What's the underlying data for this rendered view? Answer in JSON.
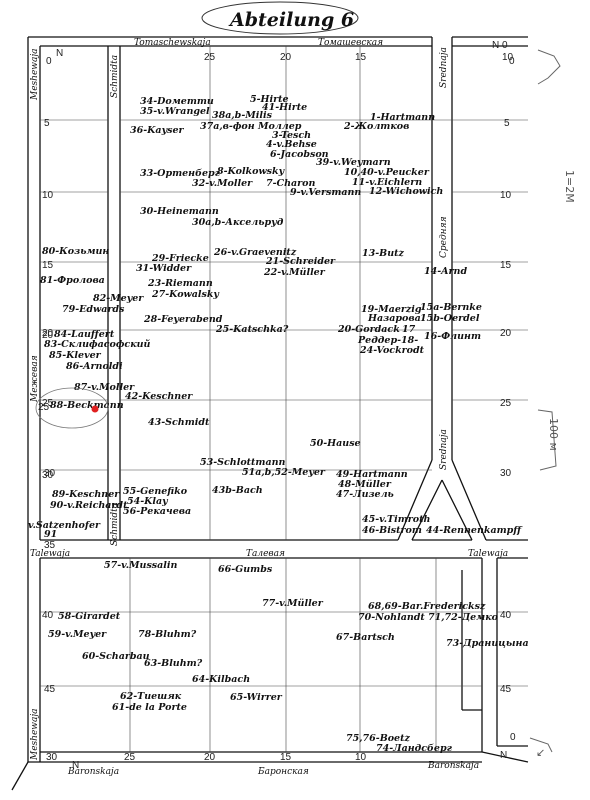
{
  "title": "Abteilung  6",
  "streets": {
    "north_latin": "Tomaschewskaja",
    "north_cyr": "Томашевская",
    "middle_latin_left": "Talewaja",
    "middle_cyr": "Талевая",
    "middle_latin_right": "Talewaja",
    "south_latin_left": "Baronskaja",
    "south_cyr": "Баронская",
    "south_latin_right": "Baronskaja",
    "west_latin_top": "Meshewaja",
    "west_cyr": "Межевая",
    "west_latin_bottom": "Meshewaja",
    "schmidta_top": "Schmidta",
    "schmidta_bottom": "Schmidta",
    "sredn_top": "Srednaja",
    "sredn_cyr": "Средняя",
    "sredn_bottom": "Srednaja"
  },
  "grid_labels": {
    "top": [
      "25",
      "20",
      "15",
      "10"
    ],
    "bottom": [
      "30",
      "25",
      "20",
      "15",
      "10"
    ],
    "left": [
      "5",
      "10",
      "15",
      "20",
      "25",
      "30",
      "35",
      "40",
      "45"
    ],
    "right": [
      "5",
      "10",
      "15",
      "20",
      "25",
      "30",
      "40",
      "45"
    ],
    "north_left": "N",
    "north_right": "N 0",
    "o_left": "0",
    "o_right": "0",
    "o_bottom": "0",
    "south_left": "N",
    "south_right": "N",
    "left_line_labels": [
      "20",
      "25",
      "30"
    ]
  },
  "buildings": [
    "34-Dометти",
    "35-v.Wrangel",
    "5-Hirte",
    "41-Hirte",
    "38a,b-Milis",
    "37a,в-фон Моллер",
    "1-Hartmann",
    "2-Жолтков",
    "36-Kayser",
    "3-Tesch",
    "4-v.Behse",
    "6-Jacobson",
    "39-v.Weymarn",
    "10,40-v.Peucker",
    "11-v.Eichlern",
    "12-Wichowich",
    "33-Ортенберг",
    "8-Kolkowsky",
    "32-v.Moller",
    "7-Charon",
    "9-v.Versmann",
    "30-Heinemann",
    "30а,b-Аксельруд",
    "80-Козьмин",
    "81-Фролова",
    "29-Friecke",
    "26-v.Graevenitz",
    "31-Widder",
    "21-Schreider",
    "22-v.Müller",
    "13-Butz",
    "14-Arnd",
    "23-Riemann",
    "82-Meyer",
    "27-Kowalsky",
    "79-Edwards",
    "19-Maerzig",
    "15a-Bernke",
    "Назарова",
    "15b-Oerdel",
    "28-Feyerabend",
    "84-Lauffert",
    "25-Katschka?",
    "20-Gordack",
    "17",
    "Реддер-18-",
    "16-Флинт",
    "83-Склифасофский",
    "24-Vockrodt",
    "85-Klever",
    "86-Arnoldi",
    "87-v.Moller",
    "42-Keschner",
    "88-Beckmann",
    "43-Schmidt",
    "50-Hause",
    "53-Schlottmann",
    "51a,b,52-Meyer",
    "49-Hartmann",
    "48-Müller",
    "47-Лизель",
    "43b-Bach",
    "89-Keschner",
    "55-Genefiko",
    "54-Klay",
    "90-v.Reichardt",
    "56-Рекачева",
    "v.Satzenhofer",
    "91",
    "45-v.Timroth",
    "46-Bistrom",
    "44-Rennenkampff",
    "57-v.Mussalin",
    "66-Gumbs",
    "58-Girardet",
    "77-v.Müller",
    "68,69-Bar.Fredericksz",
    "70-Nohlandt",
    "71,72-Демко",
    "59-v.Meyer",
    "78-Bluhm?",
    "67-Bartsch",
    "73-Драницына",
    "60-Scharbau",
    "63-Bluhm?",
    "64-Kilbach",
    "62-Тиешяк",
    "65-Wirrer",
    "61-de la Porte",
    "75,76-Boetz",
    "74-Ландсберг"
  ],
  "annotations": {
    "scale_note": "1=2M",
    "distance_note": "100 м",
    "arrow_glyph": "↙"
  }
}
